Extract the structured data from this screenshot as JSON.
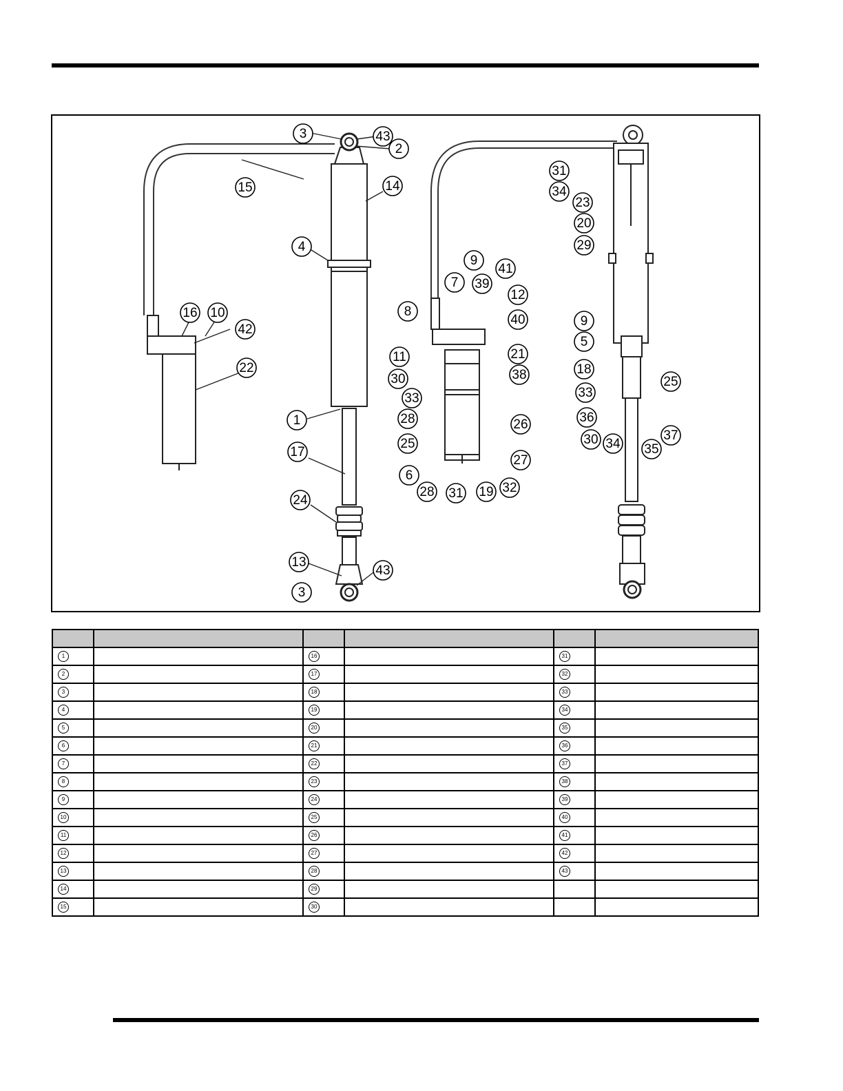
{
  "figure": {
    "callouts": [
      "1",
      "2",
      "3",
      "4",
      "5",
      "6",
      "7",
      "8",
      "9",
      "10",
      "11",
      "12",
      "13",
      "14",
      "15",
      "16",
      "17",
      "18",
      "19",
      "20",
      "21",
      "22",
      "23",
      "24",
      "25",
      "26",
      "27",
      "28",
      "29",
      "30",
      "31",
      "32",
      "33",
      "34",
      "35",
      "36",
      "37",
      "38",
      "39",
      "40",
      "41",
      "42",
      "43"
    ]
  },
  "parts_table": {
    "headers": [
      "",
      "",
      "",
      "",
      "",
      ""
    ],
    "columns": [
      [
        "1",
        "2",
        "3",
        "4",
        "5",
        "6",
        "7",
        "8",
        "9",
        "10",
        "11",
        "12",
        "13",
        "14",
        "15"
      ],
      [
        "16",
        "17",
        "18",
        "19",
        "20",
        "21",
        "22",
        "23",
        "24",
        "25",
        "26",
        "27",
        "28",
        "29",
        "30"
      ],
      [
        "31",
        "32",
        "33",
        "34",
        "35",
        "36",
        "37",
        "38",
        "39",
        "40",
        "41",
        "42",
        "43",
        "",
        ""
      ]
    ]
  }
}
